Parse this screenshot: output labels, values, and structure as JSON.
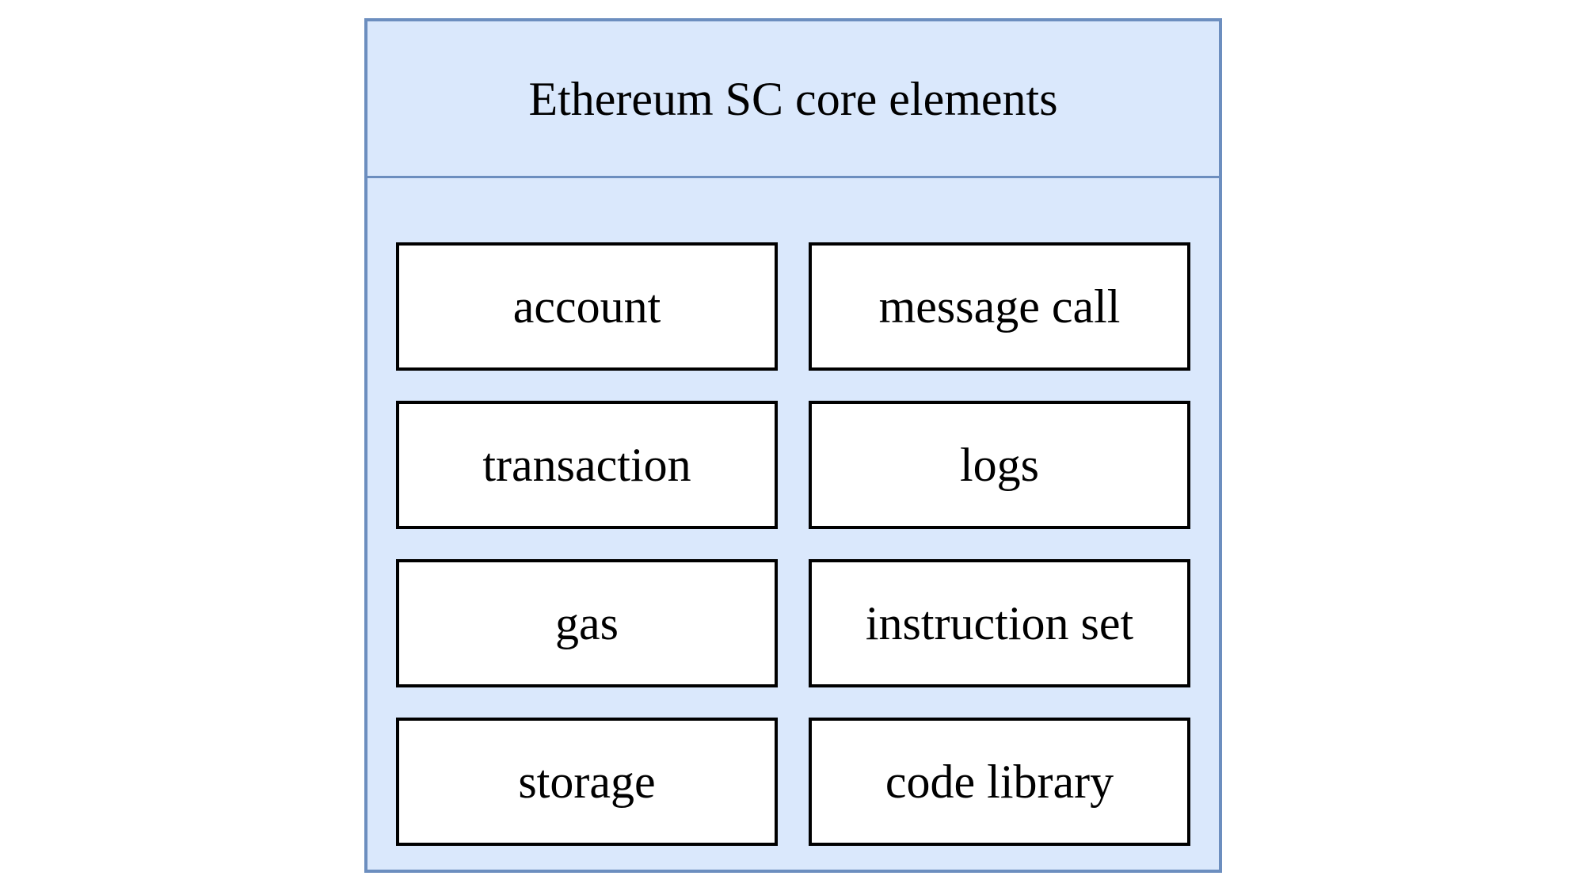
{
  "diagram": {
    "title": "Ethereum SC core elements",
    "colors": {
      "container_fill": "#dae8fc",
      "container_border": "#6c8ebf",
      "cell_fill": "#ffffff",
      "cell_border": "#000000"
    },
    "elements": [
      {
        "label": "account"
      },
      {
        "label": "message call"
      },
      {
        "label": "transaction"
      },
      {
        "label": "logs"
      },
      {
        "label": "gas"
      },
      {
        "label": "instruction set"
      },
      {
        "label": "storage"
      },
      {
        "label": "code library"
      }
    ]
  }
}
